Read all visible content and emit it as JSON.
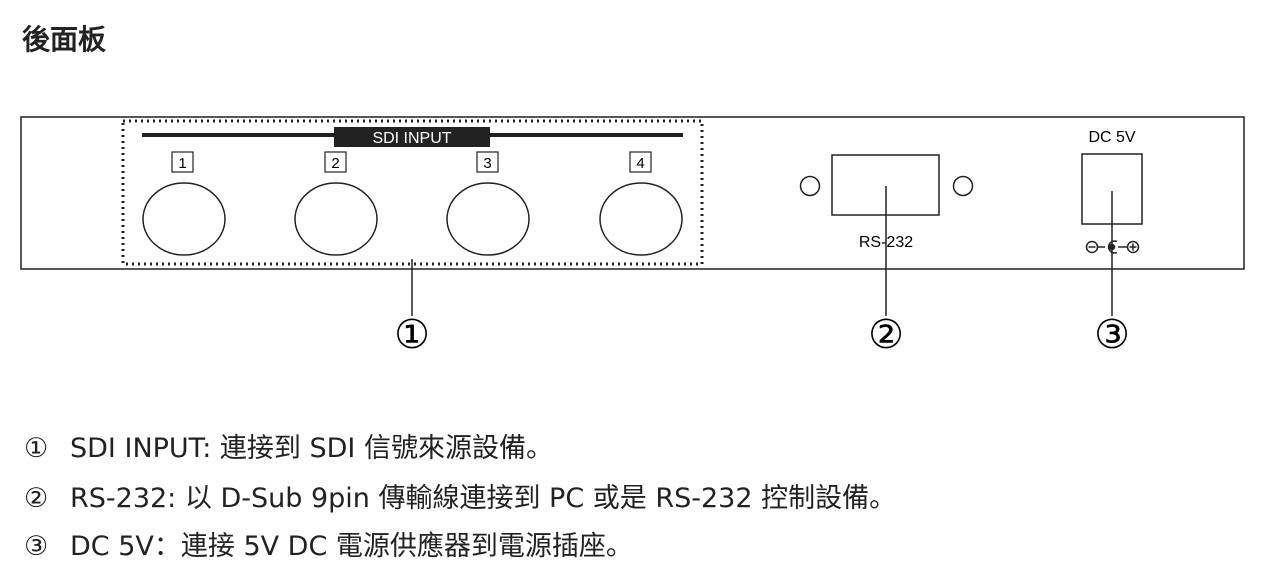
{
  "title": "後面板",
  "panel": {
    "sdi_header": "SDI INPUT",
    "port_numbers": [
      "1",
      "2",
      "3",
      "4"
    ],
    "rs232_label": "RS-232",
    "dc_label": "DC 5V"
  },
  "callouts": [
    "①",
    "②",
    "③"
  ],
  "legend": [
    {
      "num": "①",
      "text": "SDI INPUT: 連接到 SDI 信號來源設備。"
    },
    {
      "num": "②",
      "text": "RS-232: 以 D-Sub 9pin 傳輸線連接到 PC 或是 RS-232 控制設備。"
    },
    {
      "num": "③",
      "text": "DC 5V：連接 5V DC 電源供應器到電源插座。"
    }
  ]
}
